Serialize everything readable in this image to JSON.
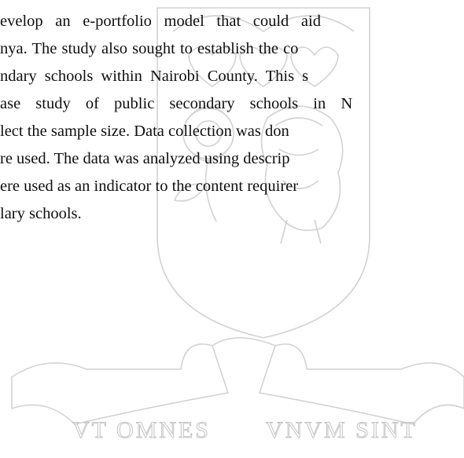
{
  "paragraph": {
    "lines": [
      "evelop an e-portfolio model that could aid",
      "nya. The study also sought to establish the co",
      "ndary schools within Nairobi County. This s",
      "ase study of public secondary schools in N",
      "lect the sample size. Data collection was don",
      "re used. The data was analyzed using descrip",
      "ere used as an indicator to the content requirer",
      "lary schools."
    ]
  },
  "watermark": {
    "motto_left": "VT OMNES",
    "motto_right": "VNVM SINT",
    "color": "#d0d0d0"
  }
}
